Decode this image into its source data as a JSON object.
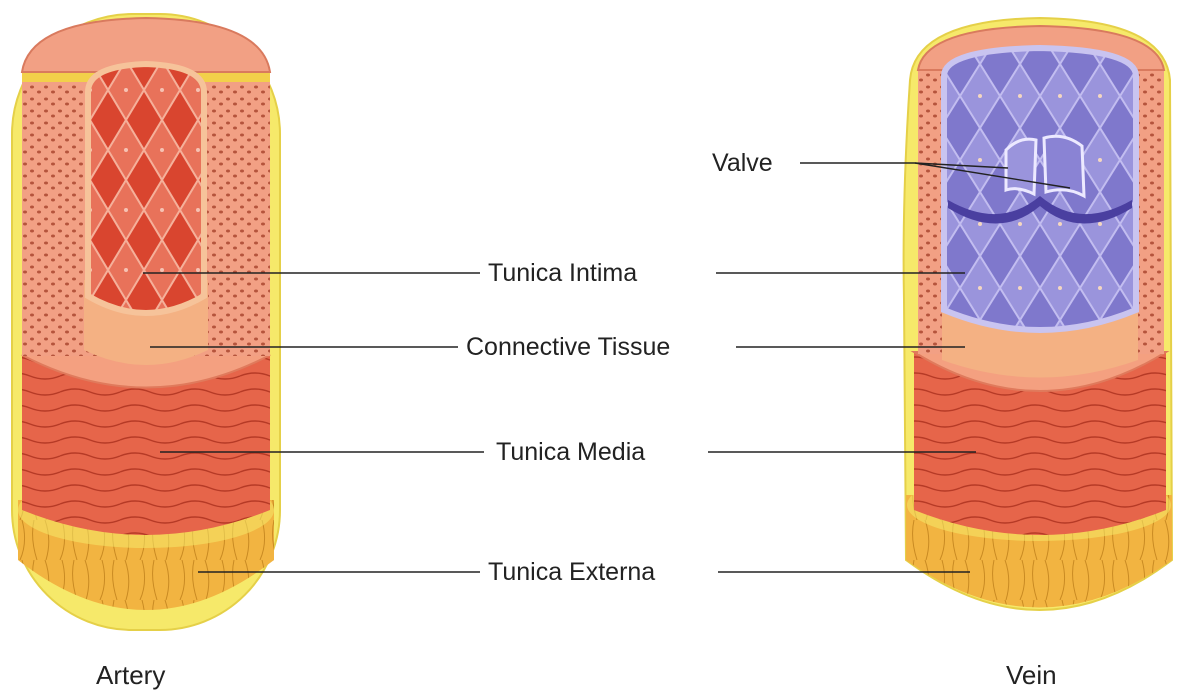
{
  "labels": {
    "valve": "Valve",
    "tunica_intima": "Tunica Intima",
    "connective_tissue": "Connective Tissue",
    "tunica_media": "Tunica Media",
    "tunica_externa": "Tunica Externa"
  },
  "captions": {
    "artery": "Artery",
    "vein": "Vein"
  },
  "colors": {
    "adventitia_yellow": "#f6e96a",
    "externa_orange": "#f2b441",
    "media_red": "#e2553a",
    "media_salmon": "#f08a6a",
    "connective_peach": "#f4b183",
    "artery_lumen": "#d9452f",
    "vein_lumen": "#7f78cc",
    "vein_lumen_edge": "#c9c4f0",
    "leader_line": "#222222"
  }
}
